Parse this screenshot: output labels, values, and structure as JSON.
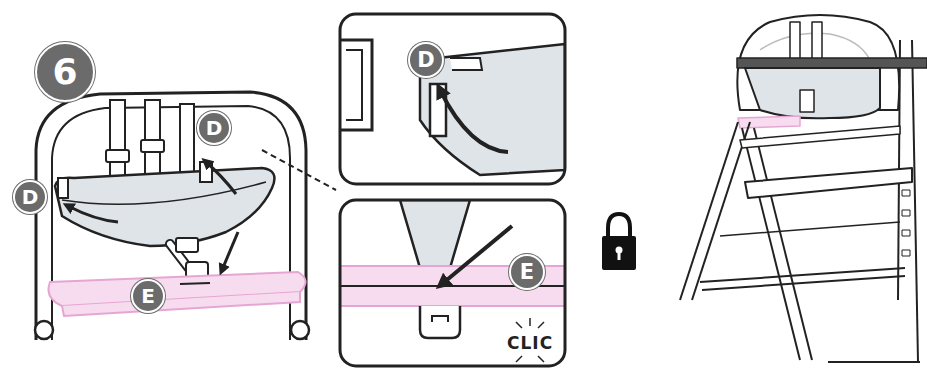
{
  "diagram": {
    "labels": [
      "6",
      "D",
      "D",
      "E",
      "D",
      "E",
      "CLIC"
    ]
  }
}
